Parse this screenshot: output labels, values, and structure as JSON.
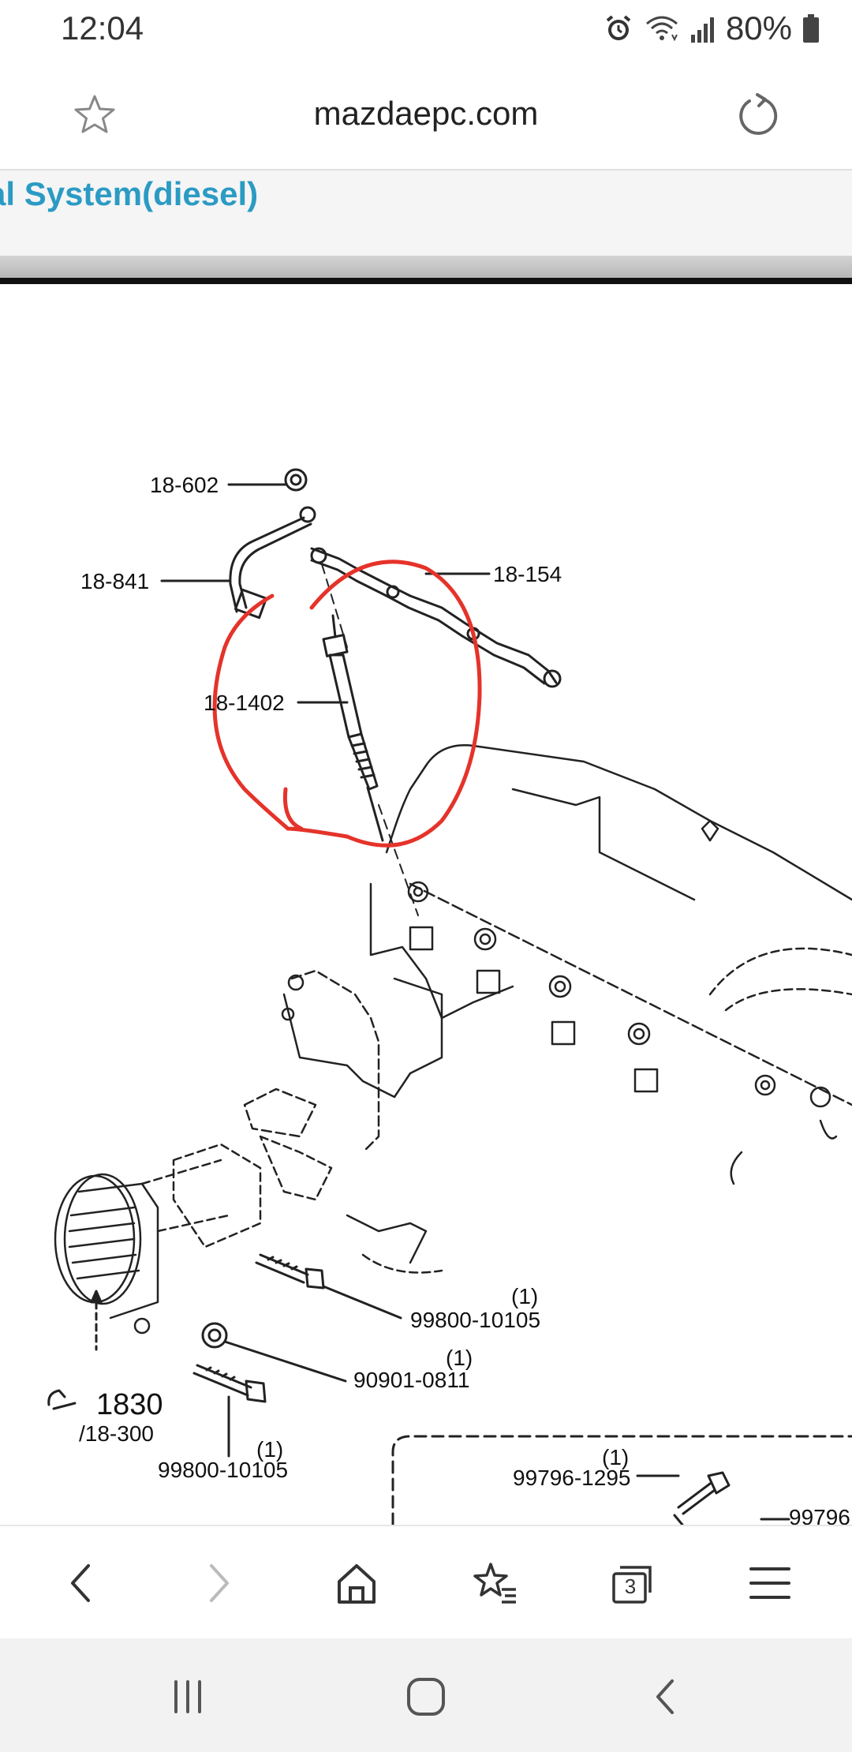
{
  "status_bar": {
    "time": "12:04",
    "battery_percent": "80%",
    "icons": [
      "alarm-icon",
      "wifi-icon",
      "signal-icon",
      "battery-icon"
    ]
  },
  "browser": {
    "url": "mazdaepc.com",
    "tab_count": "3"
  },
  "page": {
    "heading": "al System(diesel)"
  },
  "diagram": {
    "labels": {
      "p18_602": "18-602",
      "p18_841": "18-841",
      "p18_154": "18-154",
      "p18_1402": "18-1402",
      "p99800_a": "99800-10105",
      "p90901": "90901-0811",
      "p99800_b": "99800-10105",
      "p99796_a": "99796-1295",
      "p99796_b": "99796",
      "ref1830": "1830",
      "ref18300": "/18-300",
      "qty": "(1)"
    },
    "annotation_color": "#e5332a"
  },
  "toolbar": {
    "items": [
      "back",
      "forward",
      "home",
      "bookmarks",
      "tabs",
      "menu"
    ]
  },
  "navbar": {
    "items": [
      "recent-apps",
      "home",
      "back"
    ]
  }
}
